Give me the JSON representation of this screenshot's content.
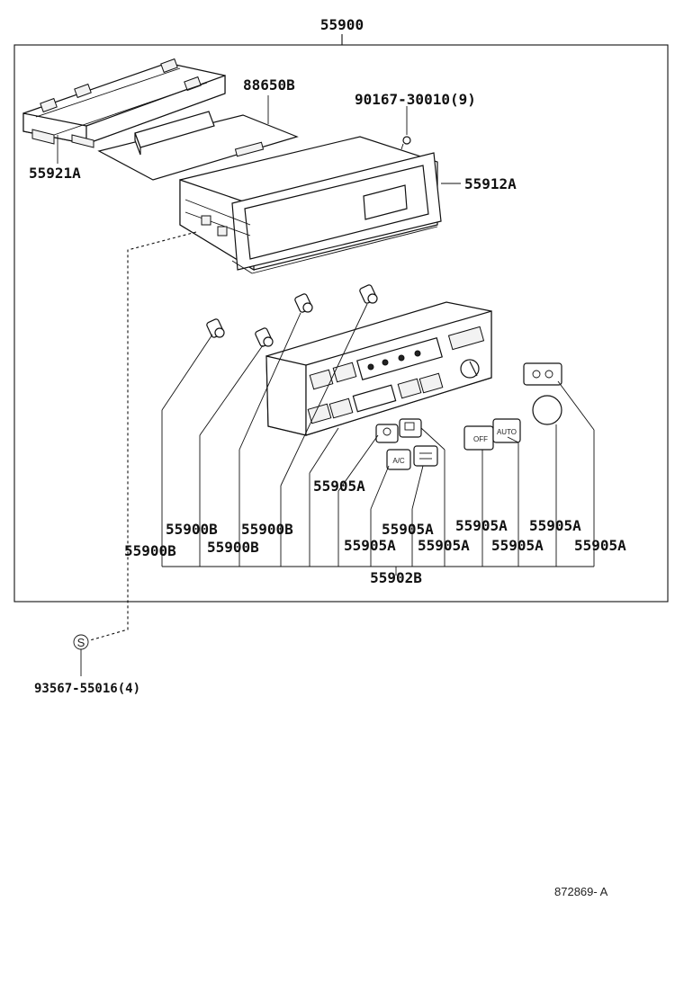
{
  "diagram": {
    "assembly_label": "55900",
    "labels": {
      "p88650B": "88650B",
      "p90167": "90167-30010(9)",
      "p55921A": "55921A",
      "p55912A": "55912A",
      "p55905A_a": "55905A",
      "p55900B_1": "55900B",
      "p55900B_2": "55900B",
      "p55900B_3": "55900B",
      "p55900B_4": "55900B",
      "p55905A_b": "55905A",
      "p55905A_c": "55905A",
      "p55905A_d": "55905A",
      "p55905A_e": "55905A",
      "p55905A_f": "55905A",
      "p55905A_g": "55905A",
      "p55905A_h": "55905A",
      "p55902B": "55902B",
      "p93567": "93567-55016(4)",
      "s_symbol": "S"
    },
    "knob_labels": {
      "auto": "AUTO",
      "off": "OFF",
      "ac": "A/C"
    },
    "reference": "872869- A"
  }
}
